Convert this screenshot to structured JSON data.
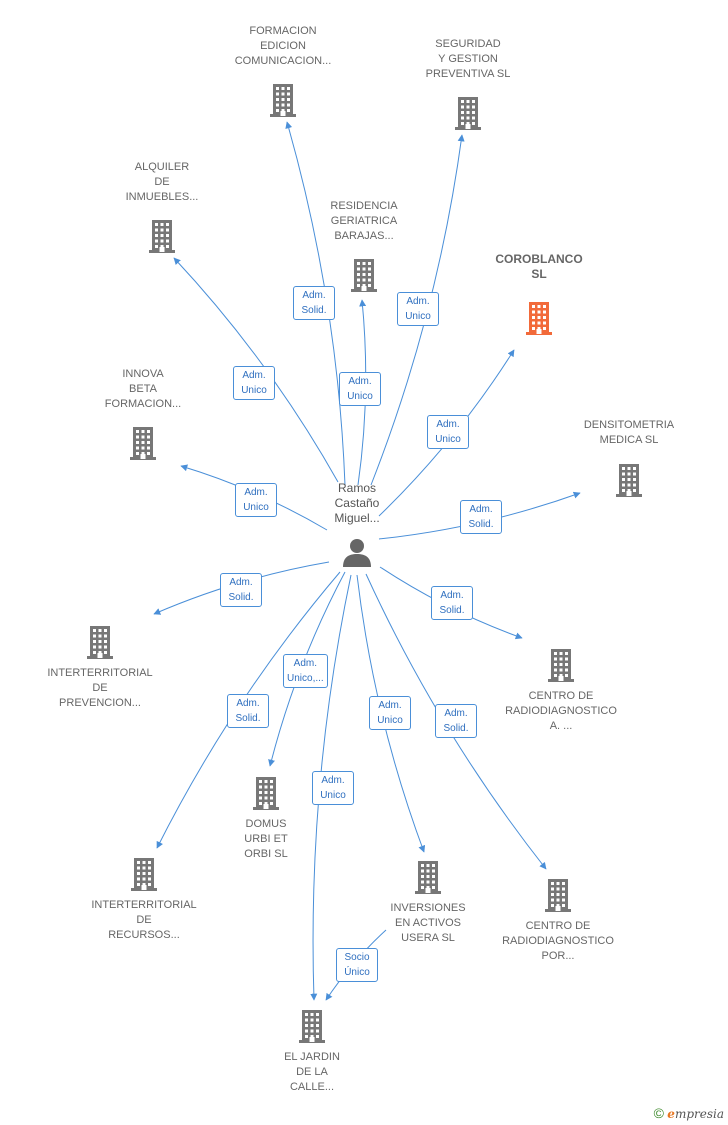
{
  "center": {
    "name": "Ramos\nCastaño\nMiguel..."
  },
  "colors": {
    "edge": "#4a8fd8",
    "building": "#777777",
    "highlight": "#f26a3a"
  },
  "companies": [
    {
      "id": "formacion",
      "label": "FORMACION\nEDICION\nCOMUNICACION..."
    },
    {
      "id": "seguridad",
      "label": "SEGURIDAD\nY GESTION\nPREVENTIVA SL"
    },
    {
      "id": "alquiler",
      "label": "ALQUILER\nDE\nINMUEBLES..."
    },
    {
      "id": "residencia",
      "label": "RESIDENCIA\nGERIATRICA\nBARAJAS..."
    },
    {
      "id": "coroblanco",
      "label": "COROBLANCO\nSL",
      "highlight": true
    },
    {
      "id": "innova",
      "label": "INNOVA\nBETA\nFORMACION..."
    },
    {
      "id": "densitometria",
      "label": "DENSITOMETRIA\nMEDICA SL"
    },
    {
      "id": "interterritorial_prev",
      "label": "INTERTERRITORIAL\nDE\nPREVENCION..."
    },
    {
      "id": "centro_a",
      "label": "CENTRO DE\nRADIODIAGNOSTICO\nA. ..."
    },
    {
      "id": "domus",
      "label": "DOMUS\nURBI ET\nORBI SL"
    },
    {
      "id": "interterritorial_rec",
      "label": "INTERTERRITORIAL\nDE\nRECURSOS..."
    },
    {
      "id": "inversiones",
      "label": "INVERSIONES\nEN ACTIVOS\nUSERA SL"
    },
    {
      "id": "centro_por",
      "label": "CENTRO DE\nRADIODIAGNOSTICO\nPOR..."
    },
    {
      "id": "jardin",
      "label": "EL JARDIN\nDE LA\nCALLE..."
    }
  ],
  "relations": [
    {
      "to": "formacion",
      "label": "Adm.\nSolid."
    },
    {
      "to": "seguridad",
      "label": "Adm.\nUnico"
    },
    {
      "to": "alquiler",
      "label": "Adm.\nUnico"
    },
    {
      "to": "residencia",
      "label": "Adm.\nUnico"
    },
    {
      "to": "coroblanco",
      "label": "Adm.\nUnico"
    },
    {
      "to": "innova",
      "label": "Adm.\nUnico"
    },
    {
      "to": "densitometria",
      "label": "Adm.\nSolid."
    },
    {
      "to": "interterritorial_prev",
      "label": "Adm.\nSolid."
    },
    {
      "to": "centro_a",
      "label": "Adm.\nSolid."
    },
    {
      "to": "domus",
      "label": "Adm.\nUnico,..."
    },
    {
      "to": "interterritorial_rec",
      "label": "Adm.\nSolid."
    },
    {
      "to": "inversiones",
      "label": "Adm.\nUnico"
    },
    {
      "to": "centro_por",
      "label": "Adm.\nSolid."
    },
    {
      "to": "jardin",
      "label": "Adm.\nUnico"
    },
    {
      "from": "inversiones",
      "to": "jardin",
      "label": "Socio\nÚnico"
    }
  ],
  "footer": {
    "copyright": "©",
    "brand_e": "e",
    "brand_rest": "mpresia"
  }
}
